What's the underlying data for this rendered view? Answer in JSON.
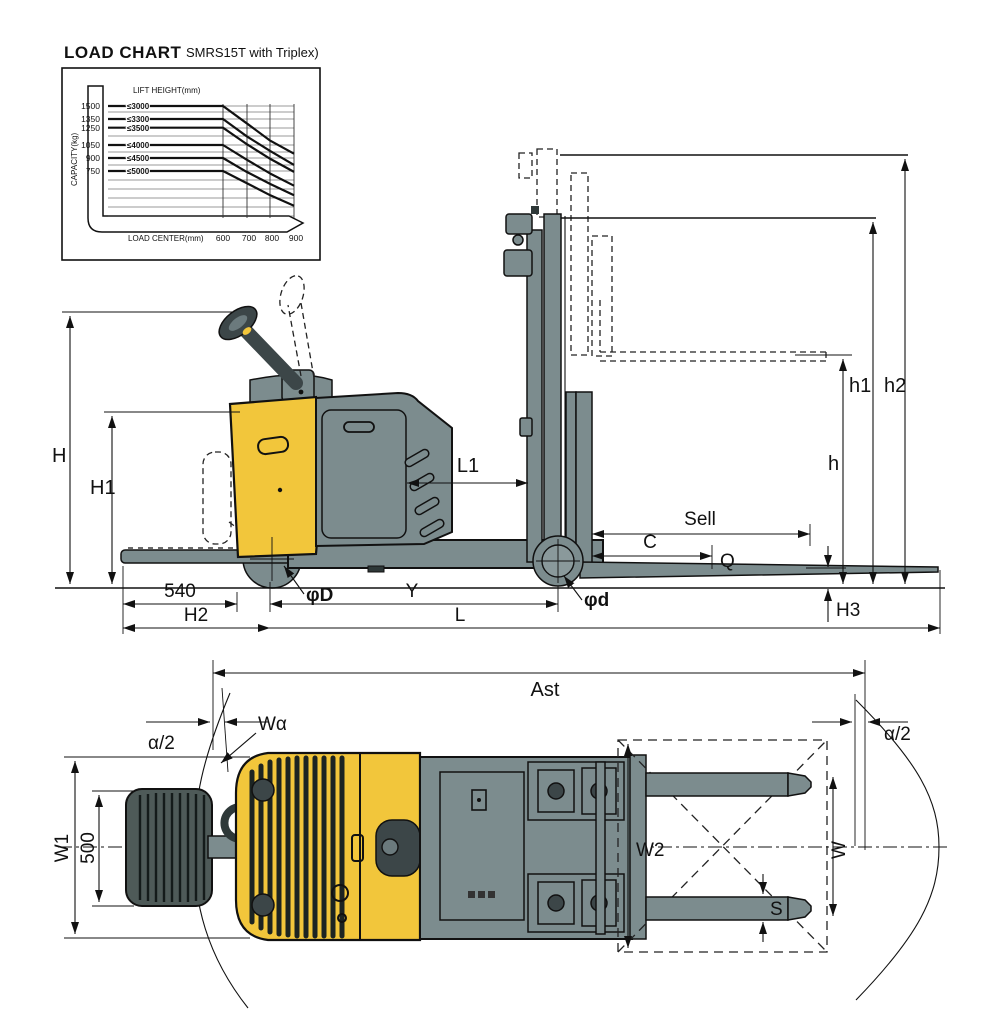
{
  "load_chart": {
    "title": "LOAD CHART",
    "model": "SMRS15T  with Triplex)",
    "lift_height_label": "LIFT HEIGHT(mm)",
    "capacity_axis_label": "CAPACITY(kg)",
    "load_center_label": "LOAD CENTER(mm)",
    "capacities": [
      "1500",
      "1350",
      "1250",
      "1050",
      "900",
      "750"
    ],
    "lift_heights": [
      "≤3000",
      "≤3300",
      "≤3500",
      "≤4000",
      "≤4500",
      "≤5000"
    ],
    "load_centers": [
      "600",
      "700",
      "800",
      "900"
    ]
  },
  "chart_data": {
    "type": "line",
    "title": "LOAD CHART (SMRS15T with Triplex)",
    "xlabel": "LOAD CENTER(mm)",
    "ylabel": "CAPACITY(kg)",
    "x": [
      600,
      700,
      800,
      900
    ],
    "ylim": [
      0,
      1500
    ],
    "legend_position": "on-line",
    "grid": true,
    "series": [
      {
        "name": "≤3000",
        "rated": 1500,
        "values": [
          1500,
          1300,
          1100,
          950
        ]
      },
      {
        "name": "≤3300",
        "rated": 1350,
        "values": [
          1350,
          1150,
          980,
          820
        ]
      },
      {
        "name": "≤3500",
        "rated": 1250,
        "values": [
          1250,
          1060,
          890,
          740
        ]
      },
      {
        "name": "≤4000",
        "rated": 1050,
        "values": [
          1050,
          880,
          720,
          580
        ]
      },
      {
        "name": "≤4500",
        "rated": 900,
        "values": [
          900,
          740,
          600,
          470
        ]
      },
      {
        "name": "≤5000",
        "rated": 750,
        "values": [
          750,
          610,
          470,
          350
        ]
      }
    ]
  },
  "side_view": {
    "dims": {
      "H": "H",
      "H1": "H1",
      "H2": "H2",
      "H3": "H3",
      "h": "h",
      "h1": "h1",
      "h2": "h2",
      "L": "L",
      "L1": "L1",
      "Y": "Y",
      "C": "C",
      "Q": "Q",
      "sell": "Sell",
      "rear_overhang": "540",
      "drive_wheel_dia": "φD",
      "load_wheel_dia": "φd"
    }
  },
  "top_view": {
    "dims": {
      "ast": "Ast",
      "wa": "Wα",
      "alpha_half": "α/2",
      "w1": "W1",
      "platform_width": "500",
      "w2": "W2",
      "w": "W",
      "s": "S"
    }
  },
  "colors": {
    "body_yellow": "#f2c63b",
    "body_gray": "#7c8c8e",
    "line_dark": "#111111"
  }
}
